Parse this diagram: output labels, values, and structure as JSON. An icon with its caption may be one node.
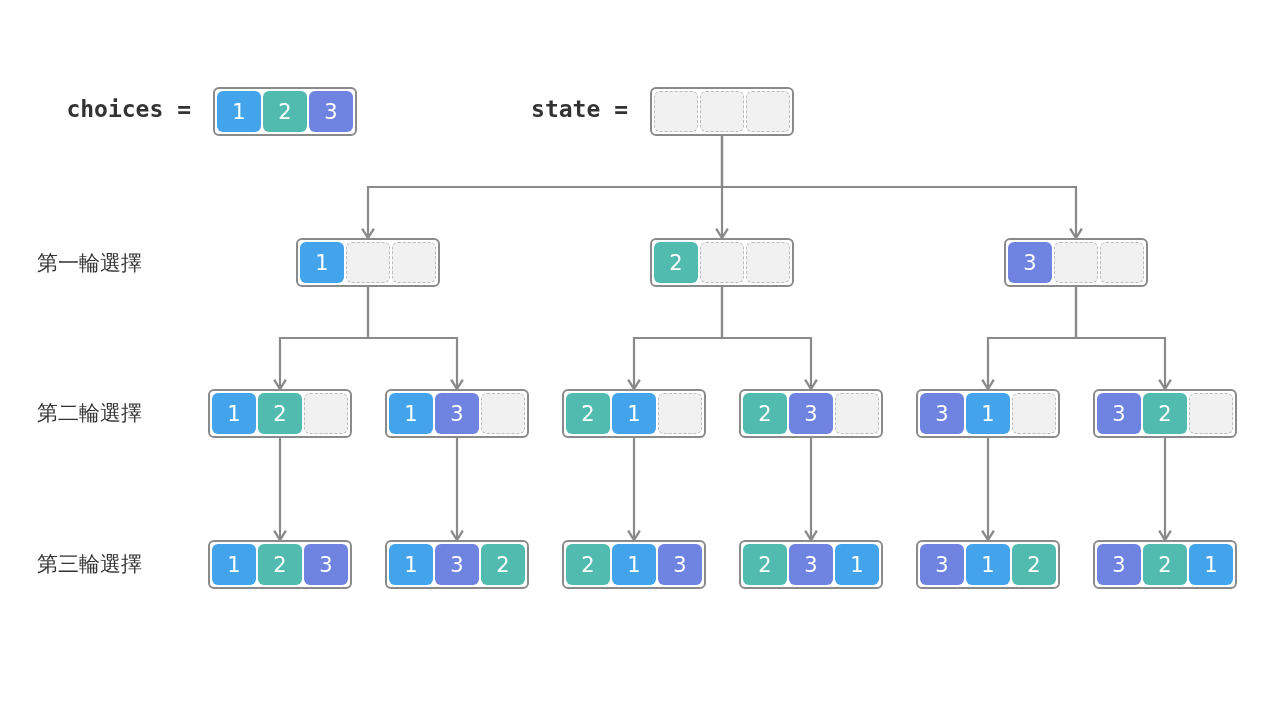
{
  "diagram": {
    "nodes": [
      {
        "text": [],
        "shape": "box",
        "beside": [
          "choices ="
        ]
      },
      {
        "text": [
          "1"
        ],
        "in": 0
      },
      {
        "text": [
          "2"
        ],
        "in": 0
      },
      {
        "text": [
          "3"
        ],
        "in": 0
      },
      {
        "text": [],
        "shape": "box",
        "beside": [
          "state ="
        ]
      },
      {
        "text": [],
        "shape": "box",
        "in": 4
      },
      {
        "text": [],
        "shape": "box",
        "in": 4
      },
      {
        "text": [],
        "shape": "box",
        "in": 4
      },
      {
        "text": [],
        "shape": "box"
      },
      {
        "text": [
          "1"
        ],
        "in": 8
      },
      {
        "text": [],
        "shape": "box",
        "in": 8
      },
      {
        "text": [],
        "shape": "box",
        "in": 8
      },
      {
        "text": [],
        "shape": "box"
      },
      {
        "text": [
          "2"
        ],
        "in": 12
      },
      {
        "text": [],
        "shape": "box",
        "in": 12
      },
      {
        "text": [],
        "shape": "box",
        "in": 12
      },
      {
        "text": [],
        "shape": "box"
      },
      {
        "text": [
          "3"
        ],
        "in": 16
      },
      {
        "text": [],
        "shape": "box",
        "in": 16
      },
      {
        "text": [],
        "shape": "box",
        "in": 16
      },
      {
        "text": [],
        "shape": "box"
      },
      {
        "text": [
          "1"
        ],
        "in": 20
      },
      {
        "text": [
          "2"
        ],
        "in": 20
      },
      {
        "text": [],
        "shape": "box",
        "in": 20
      },
      {
        "text": [],
        "shape": "box"
      },
      {
        "text": [
          "1"
        ],
        "in": 24
      },
      {
        "text": [
          "3"
        ],
        "in": 24
      },
      {
        "text": [],
        "shape": "box",
        "in": 24
      },
      {
        "text": [],
        "shape": "box"
      },
      {
        "text": [
          "2"
        ],
        "in": 28
      },
      {
        "text": [
          "1"
        ],
        "in": 28
      },
      {
        "text": [],
        "shape": "box",
        "in": 28
      },
      {
        "text": [],
        "shape": "box"
      },
      {
        "text": [
          "2"
        ],
        "in": 32
      },
      {
        "text": [
          "3"
        ],
        "in": 32
      },
      {
        "text": [],
        "shape": "box",
        "in": 32
      },
      {
        "text": [],
        "shape": "box"
      },
      {
        "text": [
          "3"
        ],
        "in": 36
      },
      {
        "text": [
          "1"
        ],
        "in": 36
      },
      {
        "text": [],
        "shape": "box",
        "in": 36
      },
      {
        "text": [],
        "shape": "box"
      },
      {
        "text": [
          "3"
        ],
        "in": 40
      },
      {
        "text": [
          "2"
        ],
        "in": 40
      },
      {
        "text": [],
        "shape": "box",
        "in": 40
      },
      {
        "text": [],
        "shape": "box"
      },
      {
        "text": [
          "1"
        ],
        "in": 44
      },
      {
        "text": [
          "2"
        ],
        "in": 44
      },
      {
        "text": [
          "3"
        ],
        "in": 44
      },
      {
        "text": [],
        "shape": "box"
      },
      {
        "text": [
          "1"
        ],
        "in": 48
      },
      {
        "text": [
          "3"
        ],
        "in": 48
      },
      {
        "text": [
          "2"
        ],
        "in": 48
      },
      {
        "text": [],
        "shape": "box"
      },
      {
        "text": [
          "2"
        ],
        "in": 52
      },
      {
        "text": [
          "1"
        ],
        "in": 52
      },
      {
        "text": [
          "3"
        ],
        "in": 52
      },
      {
        "text": [],
        "shape": "box"
      },
      {
        "text": [
          "2"
        ],
        "in": 56
      },
      {
        "text": [
          "3"
        ],
        "in": 56
      },
      {
        "text": [
          "1"
        ],
        "in": 56
      },
      {
        "text": [],
        "shape": "box"
      },
      {
        "text": [
          "3"
        ],
        "in": 60
      },
      {
        "text": [
          "1"
        ],
        "in": 60
      },
      {
        "text": [
          "2"
        ],
        "in": 60
      },
      {
        "text": [],
        "shape": "box"
      },
      {
        "text": [
          "3"
        ],
        "in": 64
      },
      {
        "text": [
          "2"
        ],
        "in": 64
      },
      {
        "text": [
          "1"
        ],
        "in": 64
      }
    ],
    "edges": [
      {
        "from": 4,
        "to": 8,
        "arrow": "to"
      },
      {
        "from": 4,
        "to": 12,
        "arrow": "to"
      },
      {
        "from": 4,
        "to": 16,
        "arrow": "to"
      },
      {
        "from": 8,
        "to": 20,
        "arrow": "to"
      },
      {
        "from": 8,
        "to": 24,
        "arrow": "to"
      },
      {
        "from": 12,
        "to": 28,
        "arrow": "to"
      },
      {
        "from": 12,
        "to": 32,
        "arrow": "to"
      },
      {
        "from": 16,
        "to": 36,
        "arrow": "to"
      },
      {
        "from": 16,
        "to": 40,
        "arrow": "to"
      },
      {
        "from": 20,
        "to": 44,
        "arrow": "to"
      },
      {
        "from": 24,
        "to": 48,
        "arrow": "to"
      },
      {
        "from": 28,
        "to": 52,
        "arrow": "to"
      },
      {
        "from": 32,
        "to": 56,
        "arrow": "to"
      },
      {
        "from": 36,
        "to": 60,
        "arrow": "to"
      },
      {
        "from": 40,
        "to": 64,
        "arrow": "to"
      }
    ],
    "labels": [
      "第一輪選擇",
      "第二輪選擇",
      "第三輪選擇"
    ]
  }
}
